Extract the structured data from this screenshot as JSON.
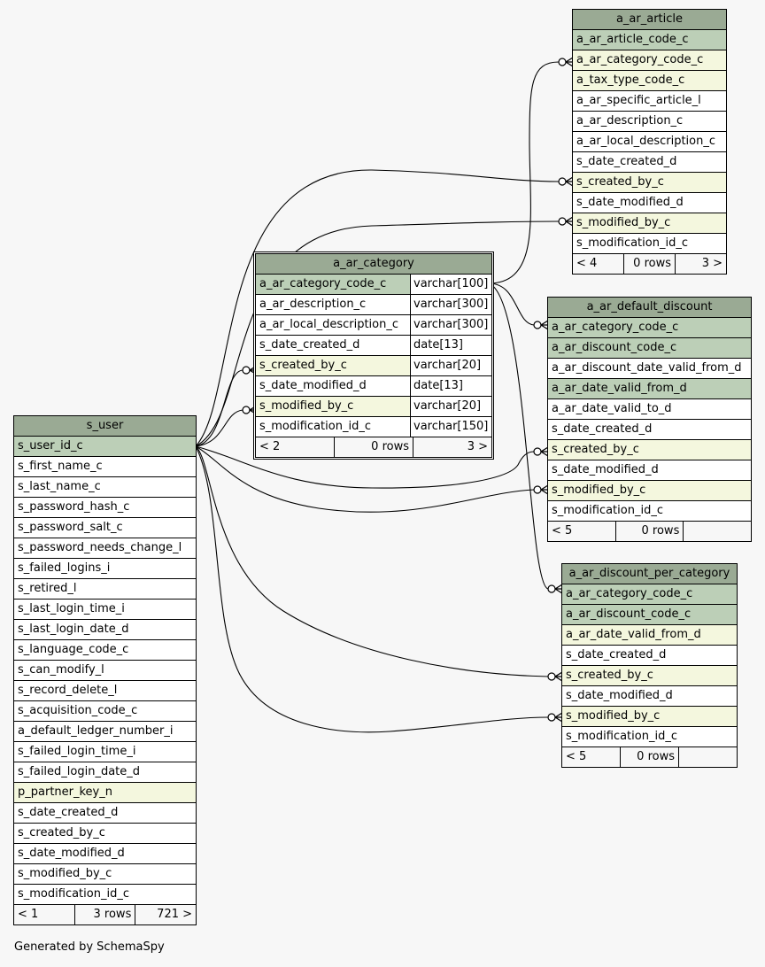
{
  "credit": "Generated by SchemaSpy",
  "tables": [
    {
      "id": "s_user",
      "title": "s_user",
      "focus": false,
      "columns": [
        {
          "name": "s_user_id_c",
          "key": "pk"
        },
        {
          "name": "s_first_name_c",
          "key": ""
        },
        {
          "name": "s_last_name_c",
          "key": ""
        },
        {
          "name": "s_password_hash_c",
          "key": ""
        },
        {
          "name": "s_password_salt_c",
          "key": ""
        },
        {
          "name": "s_password_needs_change_l",
          "key": ""
        },
        {
          "name": "s_failed_logins_i",
          "key": ""
        },
        {
          "name": "s_retired_l",
          "key": ""
        },
        {
          "name": "s_last_login_time_i",
          "key": ""
        },
        {
          "name": "s_last_login_date_d",
          "key": ""
        },
        {
          "name": "s_language_code_c",
          "key": ""
        },
        {
          "name": "s_can_modify_l",
          "key": ""
        },
        {
          "name": "s_record_delete_l",
          "key": ""
        },
        {
          "name": "s_acquisition_code_c",
          "key": ""
        },
        {
          "name": "a_default_ledger_number_i",
          "key": ""
        },
        {
          "name": "s_failed_login_time_i",
          "key": ""
        },
        {
          "name": "s_failed_login_date_d",
          "key": ""
        },
        {
          "name": "p_partner_key_n",
          "key": "fk"
        },
        {
          "name": "s_date_created_d",
          "key": ""
        },
        {
          "name": "s_created_by_c",
          "key": ""
        },
        {
          "name": "s_date_modified_d",
          "key": ""
        },
        {
          "name": "s_modified_by_c",
          "key": ""
        },
        {
          "name": "s_modification_id_c",
          "key": ""
        }
      ],
      "footer": [
        "< 1",
        "3 rows",
        "721 >"
      ]
    },
    {
      "id": "a_ar_category",
      "title": "a_ar_category",
      "focus": true,
      "columns": [
        {
          "name": "a_ar_category_code_c",
          "type": "varchar[100]",
          "key": "pk"
        },
        {
          "name": "a_ar_description_c",
          "type": "varchar[300]",
          "key": ""
        },
        {
          "name": "a_ar_local_description_c",
          "type": "varchar[300]",
          "key": ""
        },
        {
          "name": "s_date_created_d",
          "type": "date[13]",
          "key": ""
        },
        {
          "name": "s_created_by_c",
          "type": "varchar[20]",
          "key": "fk"
        },
        {
          "name": "s_date_modified_d",
          "type": "date[13]",
          "key": ""
        },
        {
          "name": "s_modified_by_c",
          "type": "varchar[20]",
          "key": "fk"
        },
        {
          "name": "s_modification_id_c",
          "type": "varchar[150]",
          "key": ""
        }
      ],
      "footer": [
        "< 2",
        "0 rows",
        "3 >"
      ]
    },
    {
      "id": "a_ar_article",
      "title": "a_ar_article",
      "focus": false,
      "columns": [
        {
          "name": "a_ar_article_code_c",
          "key": "pk"
        },
        {
          "name": "a_ar_category_code_c",
          "key": "fk"
        },
        {
          "name": "a_tax_type_code_c",
          "key": "fk"
        },
        {
          "name": "a_ar_specific_article_l",
          "key": ""
        },
        {
          "name": "a_ar_description_c",
          "key": ""
        },
        {
          "name": "a_ar_local_description_c",
          "key": ""
        },
        {
          "name": "s_date_created_d",
          "key": ""
        },
        {
          "name": "s_created_by_c",
          "key": "fk"
        },
        {
          "name": "s_date_modified_d",
          "key": ""
        },
        {
          "name": "s_modified_by_c",
          "key": "fk"
        },
        {
          "name": "s_modification_id_c",
          "key": ""
        }
      ],
      "footer": [
        "< 4",
        "0 rows",
        "3 >"
      ]
    },
    {
      "id": "a_ar_default_discount",
      "title": "a_ar_default_discount",
      "focus": false,
      "columns": [
        {
          "name": "a_ar_category_code_c",
          "key": "pk"
        },
        {
          "name": "a_ar_discount_code_c",
          "key": "pk"
        },
        {
          "name": "a_ar_discount_date_valid_from_d",
          "key": ""
        },
        {
          "name": "a_ar_date_valid_from_d",
          "key": "pk"
        },
        {
          "name": "a_ar_date_valid_to_d",
          "key": ""
        },
        {
          "name": "s_date_created_d",
          "key": ""
        },
        {
          "name": "s_created_by_c",
          "key": "fk"
        },
        {
          "name": "s_date_modified_d",
          "key": ""
        },
        {
          "name": "s_modified_by_c",
          "key": "fk"
        },
        {
          "name": "s_modification_id_c",
          "key": ""
        }
      ],
      "footer": [
        "< 5",
        "0 rows",
        ""
      ]
    },
    {
      "id": "a_ar_discount_per_category",
      "title": "a_ar_discount_per_category",
      "focus": false,
      "columns": [
        {
          "name": "a_ar_category_code_c",
          "key": "pk"
        },
        {
          "name": "a_ar_discount_code_c",
          "key": "pk"
        },
        {
          "name": "a_ar_date_valid_from_d",
          "key": "fk"
        },
        {
          "name": "s_date_created_d",
          "key": ""
        },
        {
          "name": "s_created_by_c",
          "key": "fk"
        },
        {
          "name": "s_date_modified_d",
          "key": ""
        },
        {
          "name": "s_modified_by_c",
          "key": "fk"
        },
        {
          "name": "s_modification_id_c",
          "key": ""
        }
      ],
      "footer": [
        "< 5",
        "0 rows",
        ""
      ]
    }
  ],
  "relationships": [
    {
      "from": "a_ar_category",
      "to": "a_ar_article",
      "column": "a_ar_category_code_c"
    },
    {
      "from": "a_ar_category",
      "to": "a_ar_default_discount",
      "column": "a_ar_category_code_c"
    },
    {
      "from": "a_ar_category",
      "to": "a_ar_discount_per_category",
      "column": "a_ar_category_code_c"
    },
    {
      "from": "s_user",
      "to": "a_ar_category",
      "column": "s_created_by_c"
    },
    {
      "from": "s_user",
      "to": "a_ar_category",
      "column": "s_modified_by_c"
    },
    {
      "from": "s_user",
      "to": "a_ar_article",
      "column": "s_created_by_c"
    },
    {
      "from": "s_user",
      "to": "a_ar_article",
      "column": "s_modified_by_c"
    },
    {
      "from": "s_user",
      "to": "a_ar_default_discount",
      "column": "s_created_by_c"
    },
    {
      "from": "s_user",
      "to": "a_ar_default_discount",
      "column": "s_modified_by_c"
    },
    {
      "from": "s_user",
      "to": "a_ar_discount_per_category",
      "column": "s_created_by_c"
    },
    {
      "from": "s_user",
      "to": "a_ar_discount_per_category",
      "column": "s_modified_by_c"
    }
  ]
}
